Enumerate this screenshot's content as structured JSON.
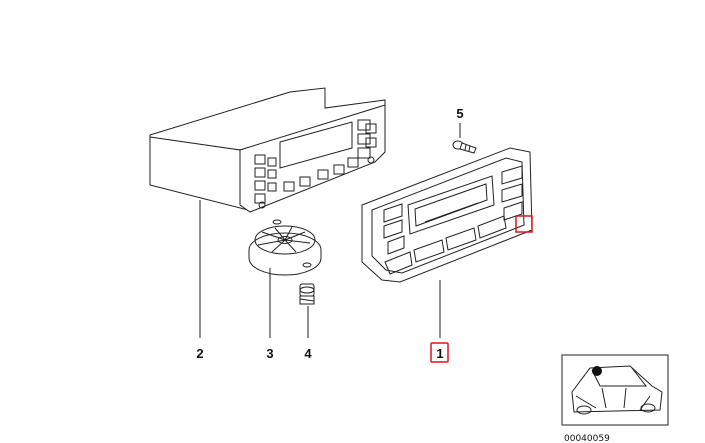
{
  "colors": {
    "line": "#222222",
    "highlight": "#e0141e",
    "background": "#ffffff"
  },
  "callouts": [
    {
      "id": "part-1",
      "label": "1",
      "highlighted": true
    },
    {
      "id": "part-2",
      "label": "2",
      "highlighted": false
    },
    {
      "id": "part-3",
      "label": "3",
      "highlighted": false
    },
    {
      "id": "part-4",
      "label": "4",
      "highlighted": false
    },
    {
      "id": "part-5",
      "label": "5",
      "highlighted": false
    }
  ],
  "diagram_number": "00040059",
  "icons": [
    "climate-control-panel",
    "control-unit-housing",
    "rotary-knob",
    "screw",
    "car-location-thumbnail"
  ]
}
